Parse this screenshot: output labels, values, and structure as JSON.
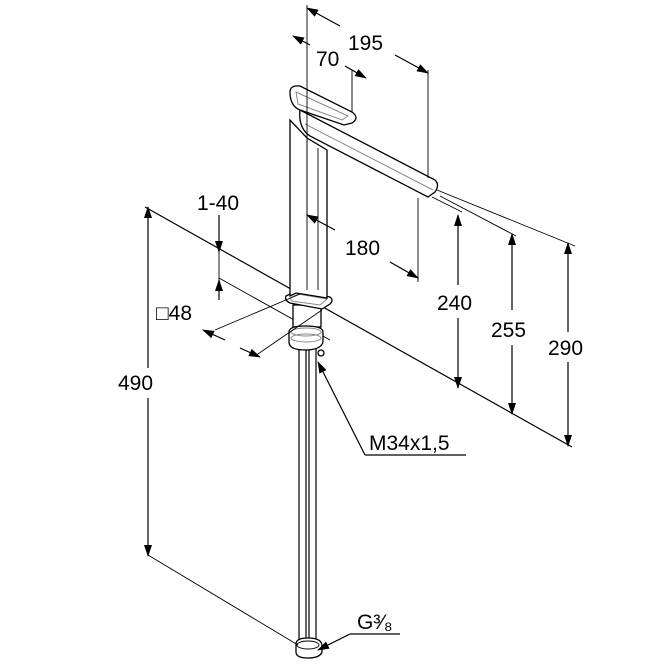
{
  "drawing": {
    "dimensions": {
      "spout_reach_total": "195",
      "lever_reach": "70",
      "spout_reach": "180",
      "deck_thickness": "1-40",
      "base_square": "□48",
      "overall_below_deck": "490",
      "spout_height": "240",
      "lever_height": "255",
      "total_height": "290",
      "thread": "M34x1,5",
      "connection": "G³⁄₈"
    }
  }
}
